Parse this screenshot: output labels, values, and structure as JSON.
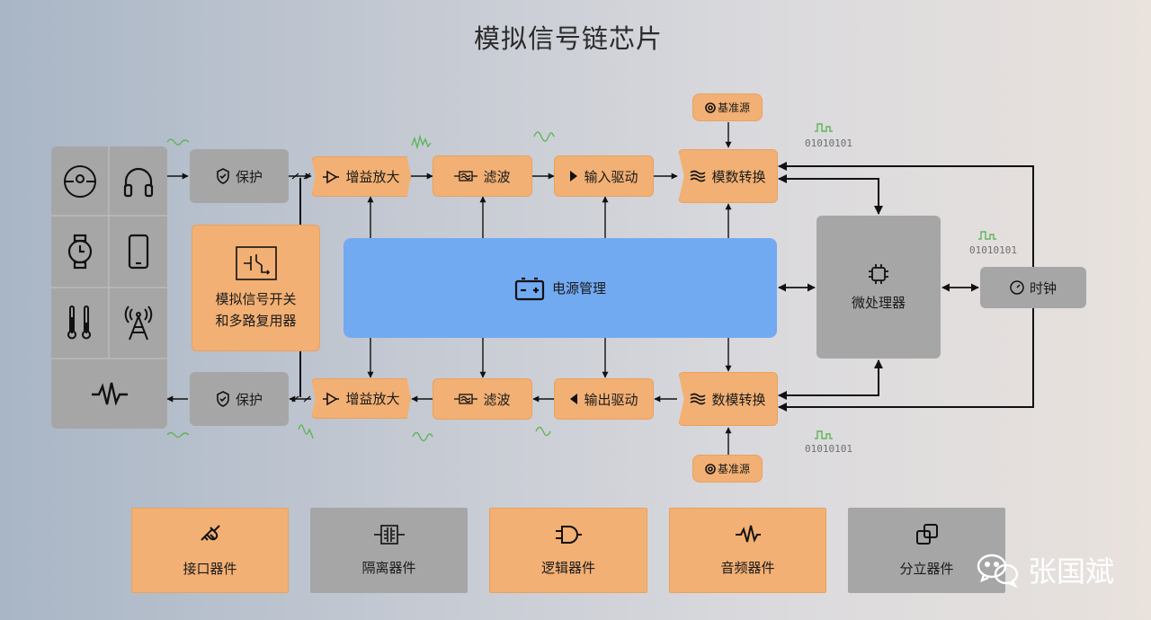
{
  "title": "模拟信号链芯片",
  "blocks": {
    "protect_top": "保护",
    "protect_bottom": "保护",
    "gain_top": "增益放大",
    "gain_bottom": "增益放大",
    "filter_top": "滤波",
    "filter_bottom": "滤波",
    "input_driver": "输入驱动",
    "output_driver": "输出驱动",
    "adc": "模数转换",
    "dac": "数模转换",
    "ref_top": "基准源",
    "ref_bottom": "基准源",
    "mux_line1": "模拟信号开关",
    "mux_line2": "和多路复用器",
    "power": "电源管理",
    "mcu": "微处理器",
    "clock": "时钟"
  },
  "binary": {
    "top": "01010101",
    "mid": "01010101",
    "bottom": "01010101"
  },
  "devices": [
    "camera-icon",
    "headphones-icon",
    "watch-icon",
    "phone-icon",
    "thermometer-icon",
    "antenna-icon",
    "waveform-icon"
  ],
  "categories": [
    {
      "label": "接口器件",
      "icon": "plug-icon"
    },
    {
      "label": "隔离器件",
      "icon": "isolator-icon"
    },
    {
      "label": "逻辑器件",
      "icon": "logic-gate-icon"
    },
    {
      "label": "音频器件",
      "icon": "audio-icon"
    },
    {
      "label": "分立器件",
      "icon": "discrete-icon"
    }
  ],
  "watermark": "张国斌",
  "colors": {
    "orange": "#f2b074",
    "gray": "#a6a6a6",
    "blue": "#72aaf2",
    "wave": "#5fb55a"
  }
}
